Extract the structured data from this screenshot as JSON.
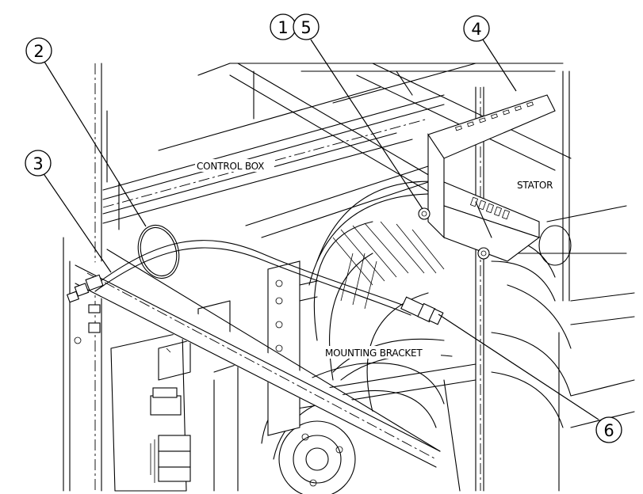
{
  "callouts": [
    {
      "id": "1",
      "label": "1"
    },
    {
      "id": "2",
      "label": "2"
    },
    {
      "id": "3",
      "label": "3"
    },
    {
      "id": "4",
      "label": "4"
    },
    {
      "id": "5",
      "label": "5"
    },
    {
      "id": "6",
      "label": "6"
    }
  ],
  "labels": {
    "control_box": "CONTROL BOX",
    "stator": "STATOR",
    "mounting_bracket": "MOUNTING BRACKET"
  }
}
